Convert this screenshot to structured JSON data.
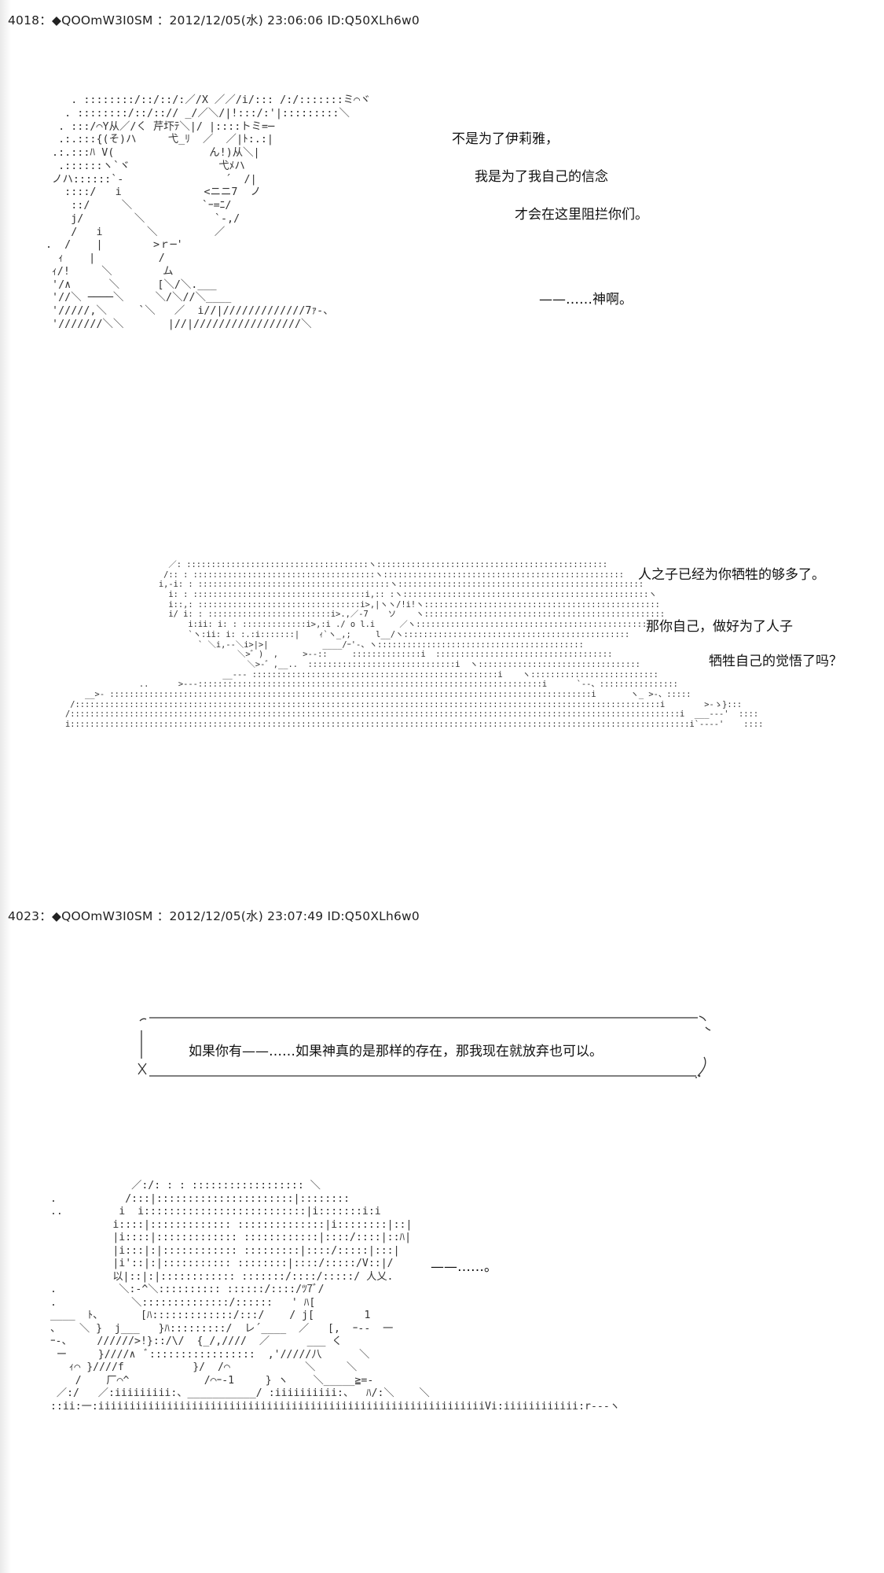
{
  "posts": [
    {
      "number": "4018",
      "separator": "：",
      "author": "◆QOOmW3I0SM",
      "datetime": "2012/12/05(水) 23:06:06",
      "id": "ID:Q50XLh6w0"
    },
    {
      "number": "4023",
      "separator": "：",
      "author": "◆QOOmW3I0SM",
      "datetime": "2012/12/05(水) 23:07:49",
      "id": "ID:Q50XLh6w0"
    }
  ],
  "scene1": {
    "art": "    . ::::::::/::/::/:／/X ／／/i/::: /:/:::::::ミ⌒ヾ\n   . ::::::::/::/::// _/／＼/|!:::/:'|:::::::::＼\n  . :::/⌒Y从／/く 芹圷ﾃ＼|/ |::::トミ=─\n  .:.:::{(そ)ハ     弋_ﾘ  ／  ／|ﾄ:.:|\n .:.:::ﾊ V(               ん!)从＼|\n  .::::::ヽ`ヾ              弋ﾒハ\n ノハ::::::`-                ´  /|\n   ::::/   i             <ニニ7  ノ\n    ::/     ＼           `ｰ=ﾆ/\n    j/        ＼           `-,/\n    /   i       ＼         ／\n.  /    |        >ｒ─'\n  ｨ    |          /\n ｨ/!     ＼        ム\n '/∧      ＼      [＼/＼.___\n '//＼ ────＼     ＼/＼//＼____\n '/////,＼     `＼   ／  i//|/////////////7ｧ-、\n '///////＼＼       |//|/////////////////＼",
    "lines": [
      "不是为了伊莉雅，",
      "我是为了我自己的信念",
      "才会在这里阻拦你们。",
      "——……神啊。"
    ]
  },
  "scene2": {
    "art": "                         ／: :::::::::::::::::::::::::::::::::::::ヽ:::::::::::::::::::::::::::::::::::::::::::::::\n                        /:: : :::::::::::::::::::::::::::::::::::::ヽ:::::::::::::::::::::::::::::::::::::::::::::::::\n                       i,-i: : :::::::::::::::::::::::::::::::::::::::ヽ::::::::::::::::::::::::::::::::::::::::::::::::::\n                         i: : :::::::::::::::::::::::::::::::::::i,:: :ヽ::::::::::::::::::::::::::::::::::::::::::::::::::ヽ\n                         i::,: :::::::::::::::::::::::::::::::::i>,|ヽヽ/!i!ヽ::::::::::::::::::::::::::::::::::::::::::::::::\n                         i/ i: : :::::::::::::::::::::::::i>.,／-7    ソ    ヽ:::::::::::::::::::::::::::::::::::::::::::::::::\n                             i:ii: i: : :::::::::::::i>,:i ./ o l.i     ／ヽ:::::::::::::::::::::::::::::::::::::::::::::::\n                             `ヽ:ii: i: :.:i:::::::|    ｨ`ヽ_,;     l__/ヽ::::::::::::::::::::::::::::::::::::::::::::::\n                               ` ＼i,--＼i>|>|           ____/ｰ'-、ヽ::::::::::::::::::::::::::::::::::::::::::\n                                       ＼>゛)  ,     >--::     ::::::::::::::i  ::::::::::::::::::::::::::::::::::::\n                                         ＼>-゛,__..  ::::::::::::::::::::::::::::::i  ヽ:::::::::::::::::::::::::::::::::\n                                    __--- ::::::::::::::::::::::::::::::::::::::::::::::::::i    ヽ::::::::::::::::::::::::::\n                   ..      >---::::::::::::::::::::::::::::::::::::::::::::::::::::::::::::::::::::::i      `--、::::::::::::::::\n        __>- ::::::::::::::::::::::::::::::::::::::::::::::::::::::::::::::::::::::::::::::::::::::::::::::::::i       ヽ_ >-、:::::\n     /:::::::::::::::::::::::::::::::::::::::::::::::::::::::::::::::::::::::::::::::::::::::::::::::::::::::::::::::::::::::i        >-ゝ}:::\n    /::::::::::::::::::::::::::::::::::::::::::::::::::::::::::::::::::::::::::::::::::::::::::::::::::::::::::::::::::::::::::::i  ___---'  ::::\n    i::::::::::::::::::::::::::::::::::::::::::::::::::::::::::::::::::::::::::::::::::::::::::::::::::::::::::::::::::::::::::::::i`----'    ::::",
    "lines": [
      "人之子已经为你牺牲的够多了。",
      "那你自己，做好为了人子",
      "牺牲自己的觉悟了吗？"
    ]
  },
  "bubble": {
    "text": "如果你有——……如果神真的是那样的存在，那我现在就放弃也可以。"
  },
  "scene3": {
    "art": "              ／:/: : : :::::::::::::::::: ＼\n .           /:::|::::::::::::::::::::::|::::::::\n ..         i  i::::::::::::::::::::::::::|i:::::::i:i\n           i::::|::::::::::::: ::::::::::::::|i::::::::|::|\n           |i::::|::::::::::::: ::::::::::::|::::/::::|::ﾊ|\n           |i:::|:|:::::::::::: :::::::::|::::/:::::|:::|\n           |i'::|:|::::::::::: ::::::::|::::/:::::/V::|/\n           以|::|:|:::::::::::: :::::::/::::/:::::/ 人乂.\n .          ＼:-^＼:::::::::: ::::::/::::/ﾂ7ﾞ/\n .            ＼::::::::::::::/::::::   ' ﾊ[\n ____  ﾄ、      [ﾊ:::::::::::::/:::/    / j[        1\n 、   ＼ }  j___   }ﾊ:::::::::/  レ´____  ／   [,  ｰ--  一\n ｰ-、    //////>!}::/\\/  {_/,////  ／      ___ く\n  ー     }////∧  ﾞ:::::::::::::::::  ,'/////八      ＼\n    ｨ⌒ }////f           }/  /⌒            ＼     ＼\n     /    厂⌒^            /⌒ｰ-1     } ヽ    ＼_____≧=-\n  ／:/   ／:iiiiiiiii:、___________/ :iiiiiiiiii:、  ﾊ/:＼    ＼\n ::ii:一:iiiiiiiiiiiiiiiiiiiiiiiiiiiiiiiiiiiiiiiiiiiiiiiiiiiiiiiiiiiiiiVi:iiiiiiiiiiii:r---ヽ",
    "lines": [
      "——……。"
    ]
  }
}
